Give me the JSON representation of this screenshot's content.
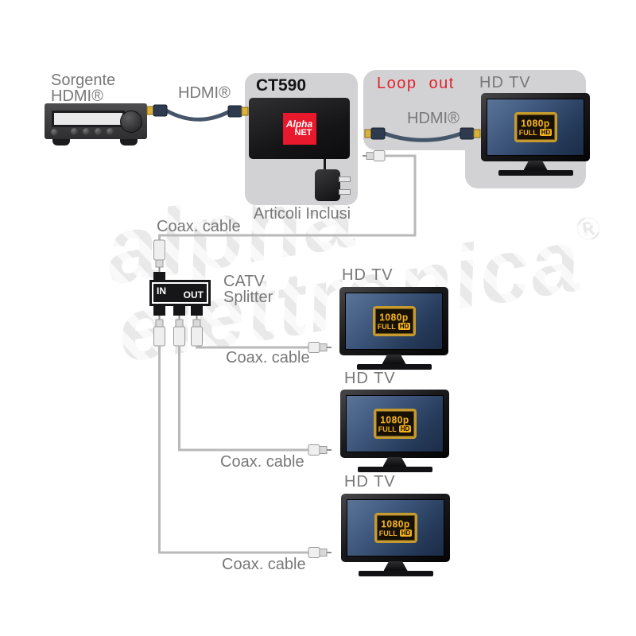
{
  "colors": {
    "accent_red": "#df232e",
    "panel_gray": "#d2d2d4",
    "label_gray": "#787878",
    "logo_red": "#e8192c",
    "gold": "#f2b11e",
    "coax_gray": "#b9b9b9",
    "hdmi_cable": "#46566a"
  },
  "source": {
    "label_line1": "Sorgente",
    "label_line2": "HDMI®"
  },
  "cables": {
    "hdmi_label_source": "HDMI®",
    "hdmi_label_loop": "HDMI®",
    "coax_label_top": "Coax. cable",
    "coax_label_tv1": "Coax. cable",
    "coax_label_tv2": "Coax. cable",
    "coax_label_tv3": "Coax. cable"
  },
  "ct590": {
    "title": "CT590",
    "logo_line1": "Alpha",
    "logo_line2": "NET",
    "caption": "Articoli Inclusi"
  },
  "loop": {
    "title": "Loop out",
    "tv_label": "HD TV"
  },
  "splitter": {
    "in": "IN",
    "out": "OUT",
    "label_line1": "CATV",
    "label_line2": "Splitter"
  },
  "tvs": [
    {
      "label": "HD TV"
    },
    {
      "label": "HD TV"
    },
    {
      "label": "HD TV"
    }
  ],
  "tv_screen_logo": {
    "resolution": "1080p",
    "full": "FULL",
    "hd": "HD"
  },
  "watermark": {
    "line1": "alpha",
    "line2": "elettronica",
    "reg": "®"
  }
}
